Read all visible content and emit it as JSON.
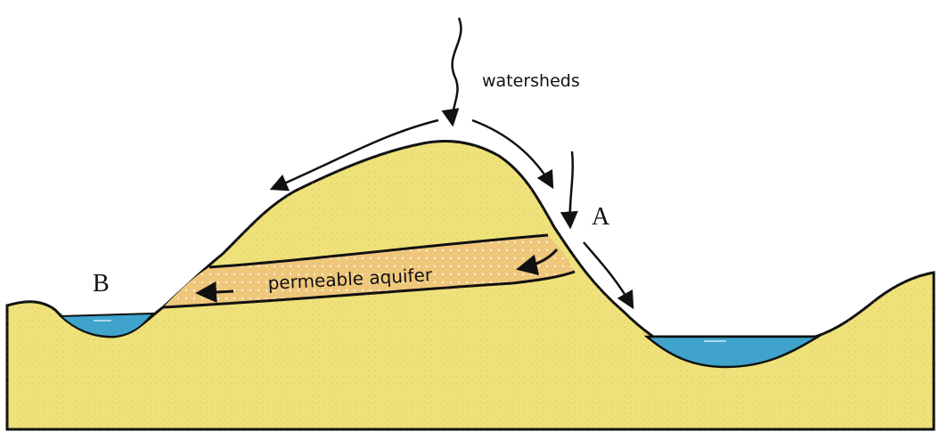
{
  "labels": {
    "watersheds": "watersheds",
    "point_a": "A",
    "point_b": "B",
    "aquifer": "permeable aquifer"
  },
  "colors": {
    "ground": "#efe27a",
    "aquifer": "#efc77a",
    "water": "#3fa3cc",
    "outline": "#111111"
  }
}
